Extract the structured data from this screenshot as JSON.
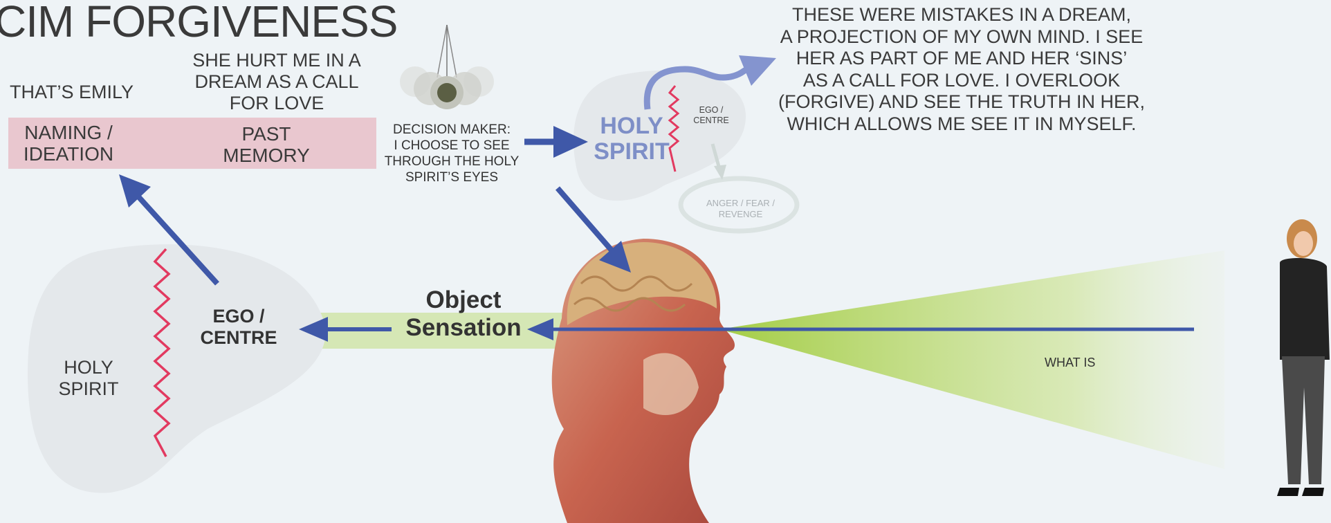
{
  "title": "CIM FORGIVENESS",
  "labels": {
    "thats_emily": "THAT’S EMILY",
    "she_hurt": "SHE HURT ME IN A DREAM AS A CALL FOR LOVE",
    "naming_line1": "NAMING /",
    "naming_line2": "IDEATION",
    "past_line1": "PAST",
    "past_line2": "MEMORY",
    "decision_line1": "DECISION MAKER:",
    "decision_line2": "I CHOOSE TO SEE",
    "decision_line3": "THROUGH THE HOLY",
    "decision_line4": "SPIRIT’S EYES",
    "holy_spirit_top_line1": "HOLY",
    "holy_spirit_top_line2": "SPIRIT",
    "ego_small_line1": "EGO /",
    "ego_small_line2": "CENTRE",
    "anger_line1": "ANGER / FEAR /",
    "anger_line2": "REVENGE",
    "mistakes_line1": "THESE WERE MISTAKES IN A DREAM,",
    "mistakes_line2": "A PROJECTION OF MY OWN MIND. I SEE",
    "mistakes_line3": "HER AS PART OF ME AND HER ‘SINS’",
    "mistakes_line4": "AS A CALL FOR LOVE. I OVERLOOK",
    "mistakes_line5": "(FORGIVE) AND SEE THE TRUTH IN HER,",
    "mistakes_line6": "WHICH ALLOWS ME SEE IT IN MYSELF.",
    "ego_big_line1": "EGO /",
    "ego_big_line2": "CENTRE",
    "holy_spirit_big_line1": "HOLY",
    "holy_spirit_big_line2": "SPIRIT",
    "object_line1": "Object",
    "object_line2": "Sensation",
    "what_is": "WHAT IS"
  },
  "colors": {
    "arrow_blue": "#3f58a8",
    "light_arrow_blue": "#8494cf",
    "pink_bar": "#e9c7cf",
    "zigzag_red": "#e23a60",
    "green_beam": "#a9d04c",
    "blob_grey": "#e4e8eb"
  },
  "icons": [
    "pendulum-image",
    "anatomical-head-image",
    "businesswoman-image"
  ]
}
